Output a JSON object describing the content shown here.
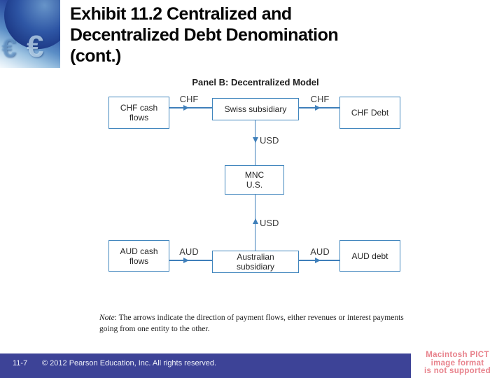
{
  "slide_title": {
    "lines": [
      "Exhibit 11.2  Centralized and",
      "Decentralized Debt Denomination",
      "(cont.)"
    ]
  },
  "logo": {
    "currency_glyphs": [
      "€",
      "€"
    ]
  },
  "diagram": {
    "panel_title": "Panel B: Decentralized Model",
    "boxes": [
      {
        "lines": [
          "CHF cash",
          "flows"
        ]
      },
      {
        "lines": [
          "Swiss subsidiary"
        ]
      },
      {
        "lines": [
          "CHF Debt"
        ]
      },
      {
        "lines": [
          "MNC",
          "U.S."
        ]
      },
      {
        "lines": [
          "AUD cash",
          "flows"
        ]
      },
      {
        "lines": [
          "Australian",
          "subsidiary"
        ]
      },
      {
        "lines": [
          "AUD debt"
        ]
      }
    ],
    "flow_labels": {
      "chf_left": "CHF",
      "chf_right": "CHF",
      "usd_top": "USD",
      "usd_bottom": "USD",
      "aud_left": "AUD",
      "aud_right": "AUD"
    },
    "note": {
      "label": "Note",
      "text": ": The arrows indicate the direction of payment flows, either revenues or interest payments going from one entity to the other."
    }
  },
  "footer": {
    "page_number": "11-7",
    "copyright": "© 2012 Pearson Education, Inc. All rights reserved."
  },
  "pict_placeholder": {
    "lines": [
      "Macintosh PICT",
      "image format",
      "is not supported"
    ]
  },
  "colors": {
    "diagram_blue": "#3f7fba",
    "box_border_blue": "#4186bd",
    "footer_bar": "#3d4397",
    "pict_text": "#e8828c"
  }
}
